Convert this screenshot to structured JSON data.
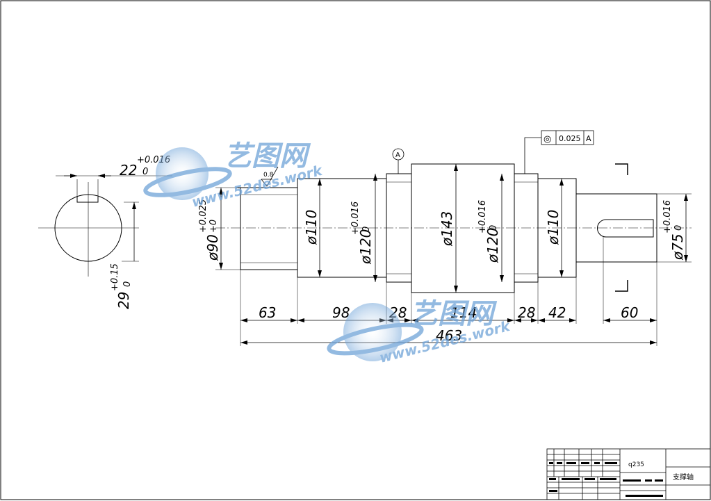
{
  "shaft": {
    "diameters": {
      "d90": "ø90",
      "d90_tol_upper": "+0.025",
      "d90_tol_lower": "+0",
      "d110_left": "ø110",
      "d120_left": "ø120",
      "d120_left_tol_upper": "+0.016",
      "d120_left_tol_lower": "0",
      "d143": "ø143",
      "d120_right": "ø120",
      "d120_right_tol_upper": "+0.016",
      "d120_right_tol_lower": "0",
      "d110_right": "ø110",
      "d75": "ø75",
      "d75_tol_upper": "+0.016",
      "d75_tol_lower": "0"
    },
    "lengths": [
      "63",
      "98",
      "28",
      "114",
      "28",
      "42"
    ],
    "keyway_length": "60",
    "total_length": "463",
    "surface_roughness": "0.8",
    "datum_label": "A"
  },
  "section_view": {
    "key_width": "22",
    "key_width_tol_upper": "+0.016",
    "key_width_tol_lower": "0",
    "key_depth": "29",
    "key_depth_tol_upper": "+0.15",
    "key_depth_tol_lower": "0"
  },
  "tolerance_frame": {
    "symbol": "◎",
    "value": "0.025",
    "datum": "A"
  },
  "title_block": {
    "material": "q235",
    "part_name": "支撑轴"
  },
  "watermark": {
    "brand": "艺图网",
    "url": "www.52des.work"
  },
  "colors": {
    "line": "#000000",
    "watermark_blue": "#6fa3d8",
    "watermark_light": "#b9d3ee"
  }
}
